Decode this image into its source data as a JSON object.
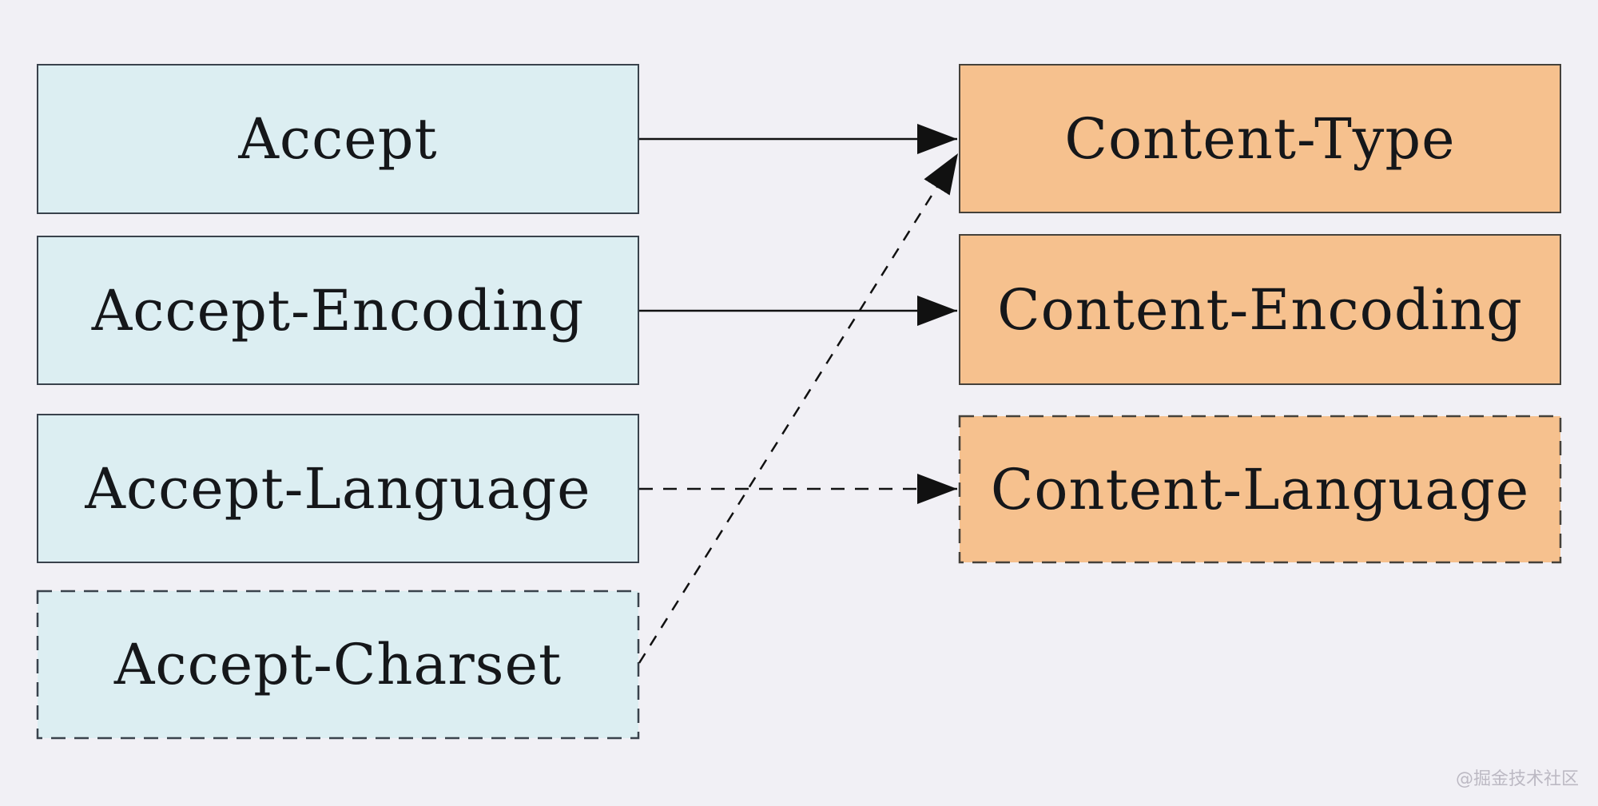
{
  "diagram": {
    "title_hint": "HTTP content negotiation: request headers mapped to response headers",
    "background": "#f1f0f5",
    "colors": {
      "request_box_fill": "#dceef2",
      "request_box_border": "#39424c",
      "response_box_fill": "#f6c18e",
      "response_box_border": "#45413a",
      "arrow": "#111111",
      "text": "#15171a",
      "watermark": "#bcb9c3"
    },
    "request_headers": [
      {
        "label": "Accept",
        "border_style": "solid"
      },
      {
        "label": "Accept-Encoding",
        "border_style": "solid"
      },
      {
        "label": "Accept-Language",
        "border_style": "solid"
      },
      {
        "label": "Accept-Charset",
        "border_style": "dashed"
      }
    ],
    "response_headers": [
      {
        "label": "Content-Type",
        "border_style": "solid"
      },
      {
        "label": "Content-Encoding",
        "border_style": "solid"
      },
      {
        "label": "Content-Language",
        "border_style": "dashed"
      }
    ],
    "mappings": [
      {
        "from": "Accept",
        "to": "Content-Type",
        "line_style": "solid"
      },
      {
        "from": "Accept-Encoding",
        "to": "Content-Encoding",
        "line_style": "solid"
      },
      {
        "from": "Accept-Language",
        "to": "Content-Language",
        "line_style": "dashed"
      },
      {
        "from": "Accept-Charset",
        "to": "Content-Type",
        "line_style": "dashed"
      }
    ],
    "watermark": "@掘金技术社区"
  }
}
